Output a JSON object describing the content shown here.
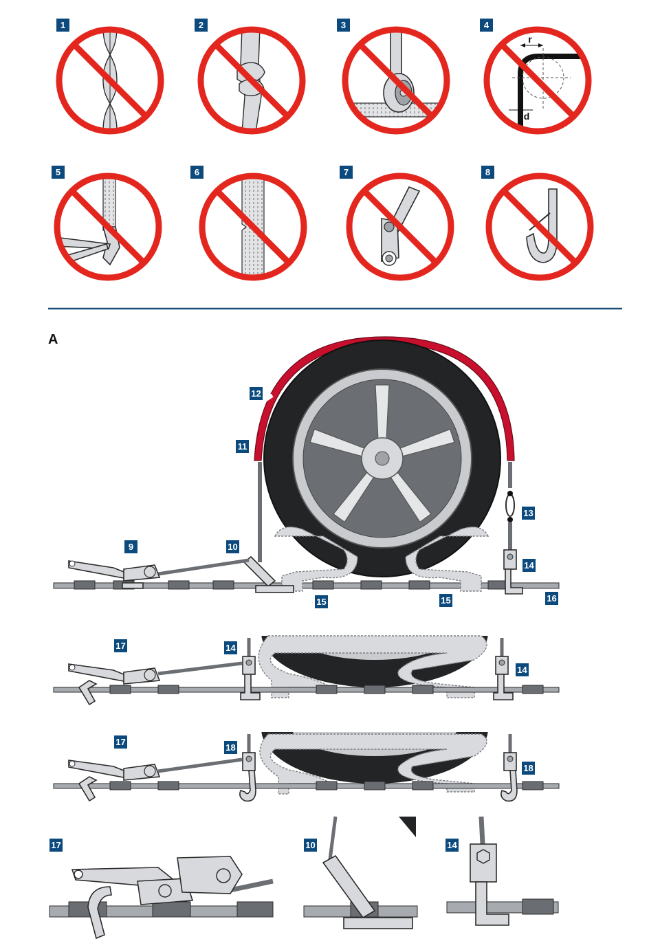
{
  "section_label": "A",
  "dimension_labels": {
    "radius": "r",
    "thickness": "d"
  },
  "prohibited_items": [
    {
      "number": "1",
      "icon": "twisted-strap-icon"
    },
    {
      "number": "2",
      "icon": "knotted-strap-icon"
    },
    {
      "number": "3",
      "icon": "wheel-over-strap-icon"
    },
    {
      "number": "4",
      "icon": "sharp-edge-icon"
    },
    {
      "number": "5",
      "icon": "hook-overload-icon"
    },
    {
      "number": "6",
      "icon": "damaged-strap-icon"
    },
    {
      "number": "7",
      "icon": "damaged-ratchet-icon"
    },
    {
      "number": "8",
      "icon": "deformed-hook-icon"
    }
  ],
  "callouts": {
    "c9": "9",
    "c10": "10",
    "c11": "11",
    "c12": "12",
    "c13": "13",
    "c14": "14",
    "c15a": "15",
    "c15b": "15",
    "c16": "16",
    "c17a": "17",
    "c14b": "14",
    "c14c": "14",
    "c17b": "17",
    "c18a": "18",
    "c18b": "18",
    "c17c": "17",
    "c10b": "10",
    "c14d": "14"
  },
  "colors": {
    "prohibition_red": "#e3261e",
    "badge_blue": "#0c4a7e",
    "wheel_guard_red": "#c8102e",
    "divider_blue": "#1b4f7a"
  }
}
